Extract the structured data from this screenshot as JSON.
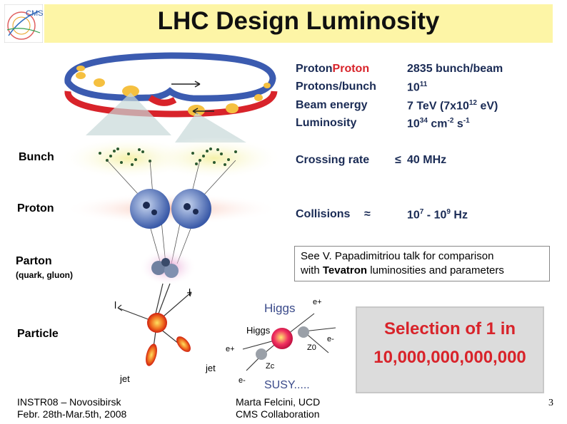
{
  "title": "LHC Design Luminosity",
  "logo_text": "CMS",
  "labels": {
    "bunch": "Bunch",
    "proton": "Proton",
    "parton": "Parton",
    "parton_sub": "(quark, gluon)",
    "particle": "Particle",
    "higgs_heading": "Higgs",
    "higgs_small": "Higgs",
    "susy": "SUSY.....",
    "jet1": "jet",
    "jet2": "jet",
    "l1": "l",
    "l2": "l",
    "e_plus_top": "e+",
    "e_minus_right": "e-",
    "e_plus_left": "e+",
    "e_minus_bottom": "e-",
    "z0": "Z0",
    "zc": "Zc"
  },
  "params": {
    "proton_a": "Proton",
    "proton_b": "Proton",
    "bunch_val": "2835 bunch/beam",
    "protons_bunch_key": "Protons/bunch",
    "protons_bunch_val": "10",
    "protons_bunch_exp": "11",
    "beam_energy_key": "Beam energy",
    "beam_energy_val": "7 TeV (7x10",
    "beam_energy_exp": "12",
    "beam_energy_tail": " eV)",
    "luminosity_key": "Luminosity",
    "luminosity_val": "10",
    "luminosity_exp": "34",
    "luminosity_tail": " cm",
    "luminosity_exp2": "-2",
    "luminosity_tail2": " s",
    "luminosity_exp3": "-1",
    "crossing_key": "Crossing rate",
    "crossing_sym": "≤",
    "crossing_val": "40 MHz",
    "collisions_key": "Collisions",
    "collisions_sym": "≈",
    "collisions_val_a": "10",
    "collisions_exp_a": "7",
    "collisions_dash": " - 10",
    "collisions_exp_b": "9",
    "collisions_unit": " Hz"
  },
  "note": {
    "line1": "See V. Papadimitriou  talk for comparison",
    "line2_pre": "with ",
    "line2_bold": "Tevatron",
    "line2_post": " luminosities and parameters"
  },
  "selection": {
    "line1": "Selection of 1 in",
    "line2": "10,000,000,000,000"
  },
  "footer": {
    "left_line1": "INSTR08 – Novosibirsk",
    "left_line2": "Febr. 28th-Mar.5th, 2008",
    "center_line1": "Marta Felcini, UCD",
    "center_line2": "CMS Collaboration",
    "page_number": "3"
  },
  "colors": {
    "title_bg": "#fdf5a6",
    "accent_red": "#d8232a",
    "param_blue": "#1a2b55",
    "ring_blue": "#3b5bb0",
    "ring_red": "#d8232a"
  }
}
